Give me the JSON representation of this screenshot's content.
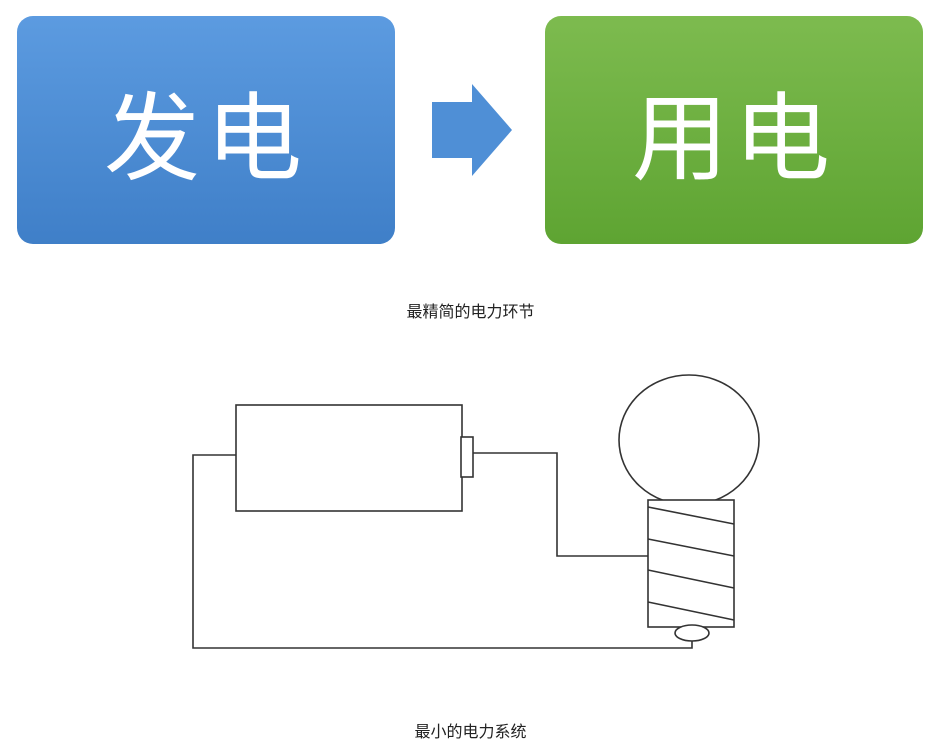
{
  "top_diagram": {
    "generate_label": "发电",
    "use_label": "用电",
    "caption": "最精简的电力环节",
    "colors": {
      "generate": "#4a8bd4",
      "use": "#6caf3f",
      "arrow": "#4f8fd6"
    }
  },
  "circuit_diagram": {
    "caption": "最小的电力系统"
  }
}
